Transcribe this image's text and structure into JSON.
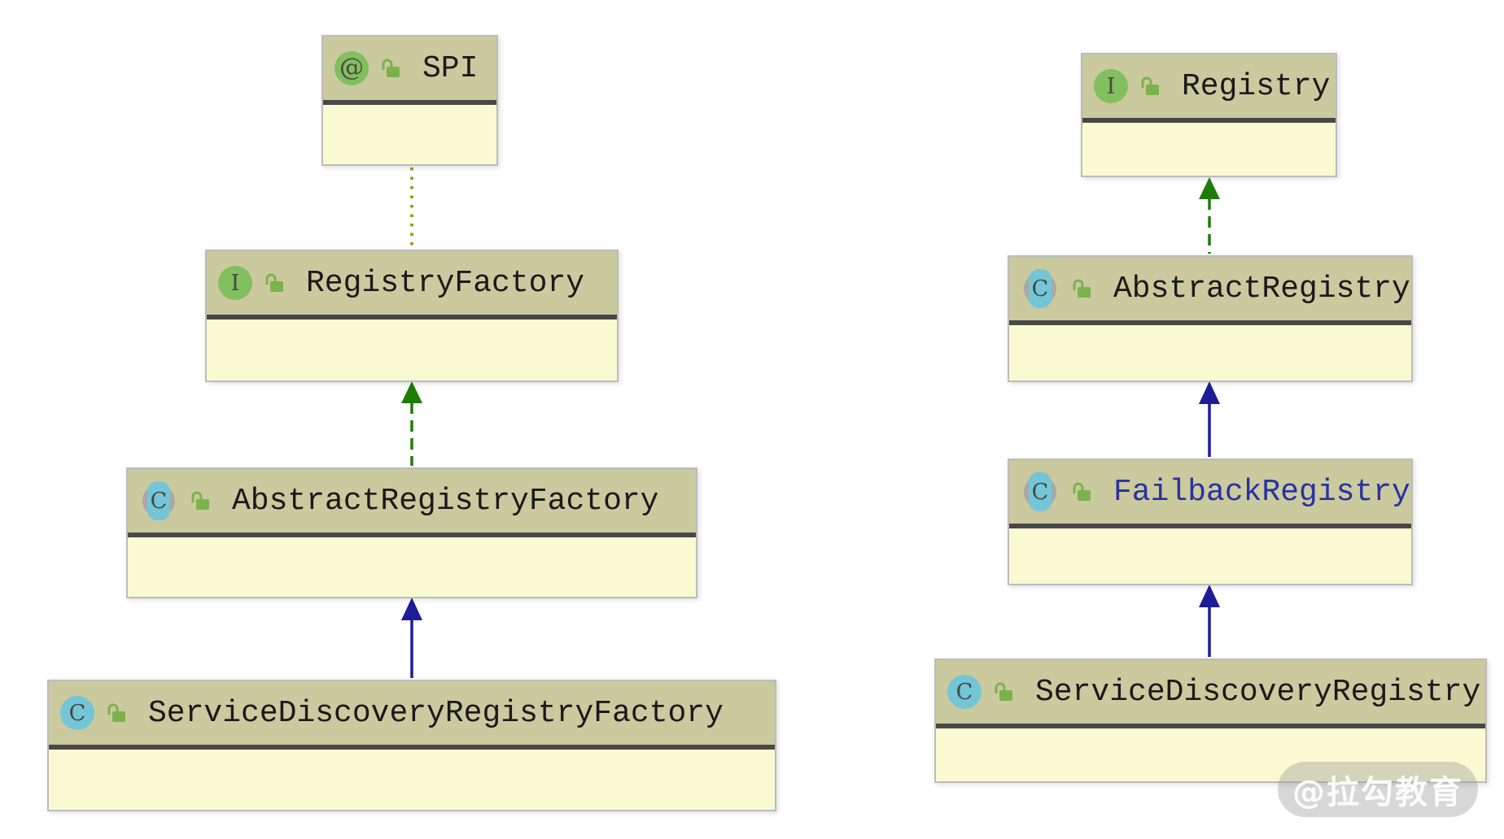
{
  "colors": {
    "header_bg": "#cbc99e",
    "body_bg": "#fafad2",
    "separator": "#484848",
    "box_border": "#bcbcbc",
    "interface_icon_green": "#82bf5e",
    "class_icon_teal": "#74c6d6",
    "lock_green": "#7cb24e",
    "extends_arrow_blue": "#1d1d99",
    "implements_arrow_green": "#1f7d05",
    "annotation_edge_olive": "#9c9c20",
    "failback_name_blue": "#2832a0"
  },
  "classes": {
    "spi": {
      "name": "SPI",
      "icon_glyph": "@",
      "kind": "annotation"
    },
    "registry_factory": {
      "name": "RegistryFactory",
      "icon_glyph": "I",
      "kind": "interface"
    },
    "abstract_registry_factory": {
      "name": "AbstractRegistryFactory",
      "icon_glyph": "C",
      "kind": "abstract-class"
    },
    "service_discovery_registry_factory": {
      "name": "ServiceDiscoveryRegistryFactory",
      "icon_glyph": "C",
      "kind": "class"
    },
    "registry": {
      "name": "Registry",
      "icon_glyph": "I",
      "kind": "interface"
    },
    "abstract_registry": {
      "name": "AbstractRegistry",
      "icon_glyph": "C",
      "kind": "abstract-class"
    },
    "failback_registry": {
      "name": "FailbackRegistry",
      "icon_glyph": "C",
      "kind": "abstract-class"
    },
    "service_discovery_registry": {
      "name": "ServiceDiscoveryRegistry",
      "icon_glyph": "C",
      "kind": "class"
    }
  },
  "relations": [
    {
      "from": "RegistryFactory",
      "to": "SPI",
      "type": "annotation-dependency",
      "style": "dotted-olive"
    },
    {
      "from": "AbstractRegistryFactory",
      "to": "RegistryFactory",
      "type": "implements",
      "style": "dashed-green"
    },
    {
      "from": "ServiceDiscoveryRegistryFactory",
      "to": "AbstractRegistryFactory",
      "type": "extends",
      "style": "solid-blue"
    },
    {
      "from": "AbstractRegistry",
      "to": "Registry",
      "type": "implements",
      "style": "dashed-green"
    },
    {
      "from": "FailbackRegistry",
      "to": "AbstractRegistry",
      "type": "extends",
      "style": "solid-blue"
    },
    {
      "from": "ServiceDiscoveryRegistry",
      "to": "FailbackRegistry",
      "type": "extends",
      "style": "solid-blue"
    }
  ],
  "watermark": {
    "text": "@拉勾教育"
  }
}
